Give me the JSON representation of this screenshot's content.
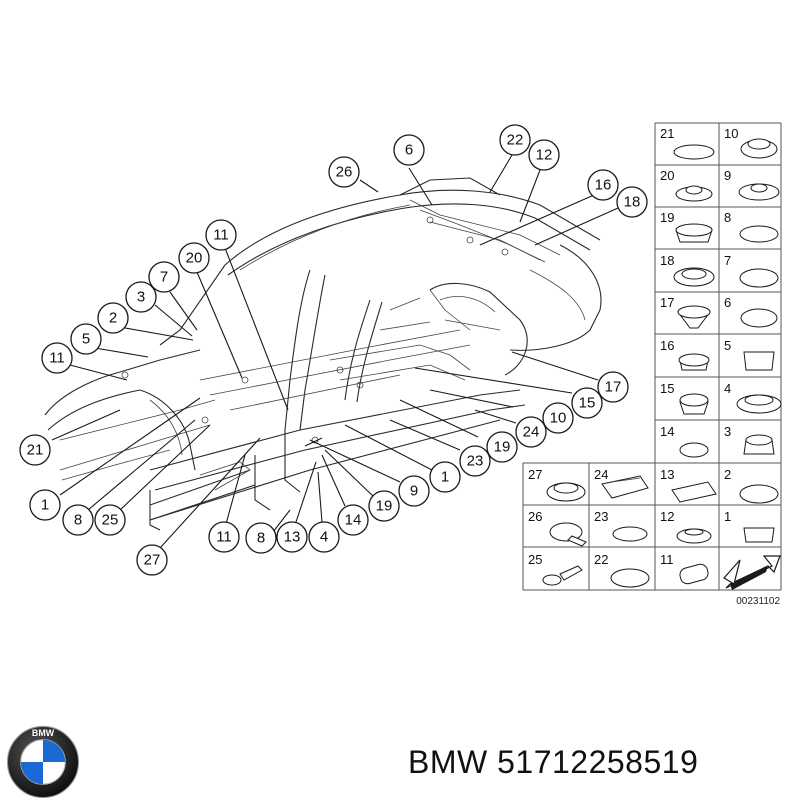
{
  "diagram": {
    "reference_code": "00231102",
    "callouts": [
      "26",
      "6",
      "22",
      "12",
      "16",
      "18",
      "11",
      "20",
      "7",
      "3",
      "2",
      "5",
      "11",
      "21",
      "1",
      "8",
      "25",
      "27",
      "11",
      "8",
      "13",
      "4",
      "14",
      "19",
      "9",
      "1",
      "23",
      "19",
      "24",
      "10",
      "15",
      "17"
    ],
    "legend_cells": [
      "21",
      "10",
      "20",
      "9",
      "19",
      "8",
      "18",
      "7",
      "17",
      "6",
      "16",
      "5",
      "15",
      "4",
      "14",
      "3",
      "13",
      "2",
      "12",
      "1",
      "27",
      "24",
      "26",
      "23",
      "25",
      "22",
      "11"
    ]
  },
  "footer": {
    "brand": "BMW",
    "part_number": "51712258519",
    "logo_letters": "BMW",
    "colors": {
      "logo_blue": "#1c69d4",
      "logo_ring": "#111111"
    }
  }
}
